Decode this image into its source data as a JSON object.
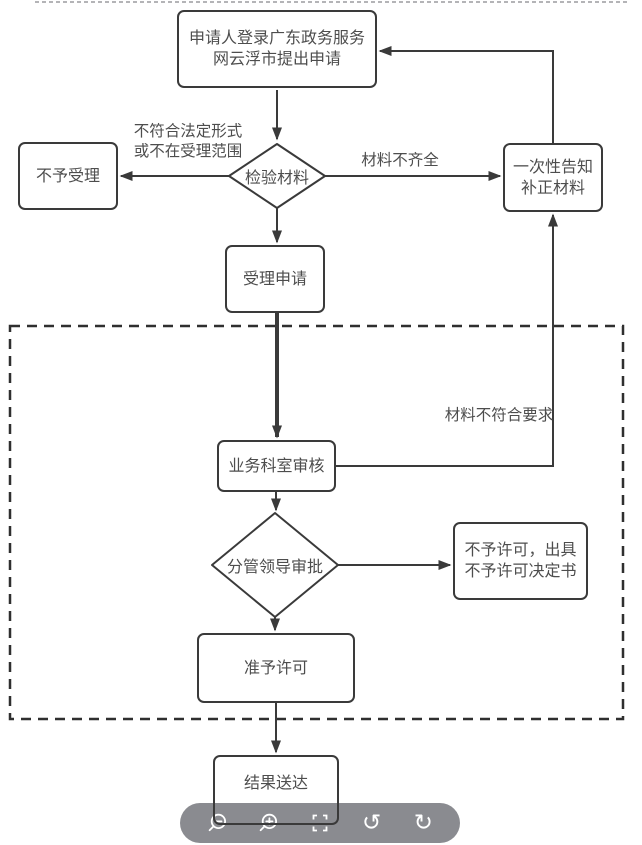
{
  "flowchart": {
    "apply_box": {
      "line1": "申请人登录广东政务服务",
      "line2": "网云浮市提出申请"
    },
    "check_diamond": {
      "label": "检验材料"
    },
    "reject_box": {
      "label": "不予受理"
    },
    "notify_box": {
      "line1": "一次性告知",
      "line2": "补正材料"
    },
    "accept_box": {
      "label": "受理申请"
    },
    "review_box": {
      "label": "业务科室审核"
    },
    "approve_diamond": {
      "label": "分管领导审批"
    },
    "deny_box": {
      "line1": "不予许可，出具",
      "line2": "不予许可决定书"
    },
    "grant_box": {
      "label": "准予许可"
    },
    "deliver_box": {
      "label": "结果送达"
    },
    "edge_labels": {
      "invalid_form_line1": "不符合法定形式",
      "invalid_form_line2": "或不在受理范围",
      "incomplete_material": "材料不齐全",
      "nonconforming_material": "材料不符合要求"
    },
    "colors": {
      "line": "#3a3a3a",
      "text": "#4d4d4d",
      "faint_top_line": "#9b9b9f"
    }
  },
  "toolbar": {
    "background": "#8a8b90",
    "icon_color": "#ffffff",
    "icons": [
      "zoom-out-icon",
      "zoom-in-icon",
      "fit-screen-icon",
      "rotate-left-icon",
      "rotate-right-icon"
    ],
    "rotate_left_glyph": "↺",
    "rotate_right_glyph": "↻"
  }
}
